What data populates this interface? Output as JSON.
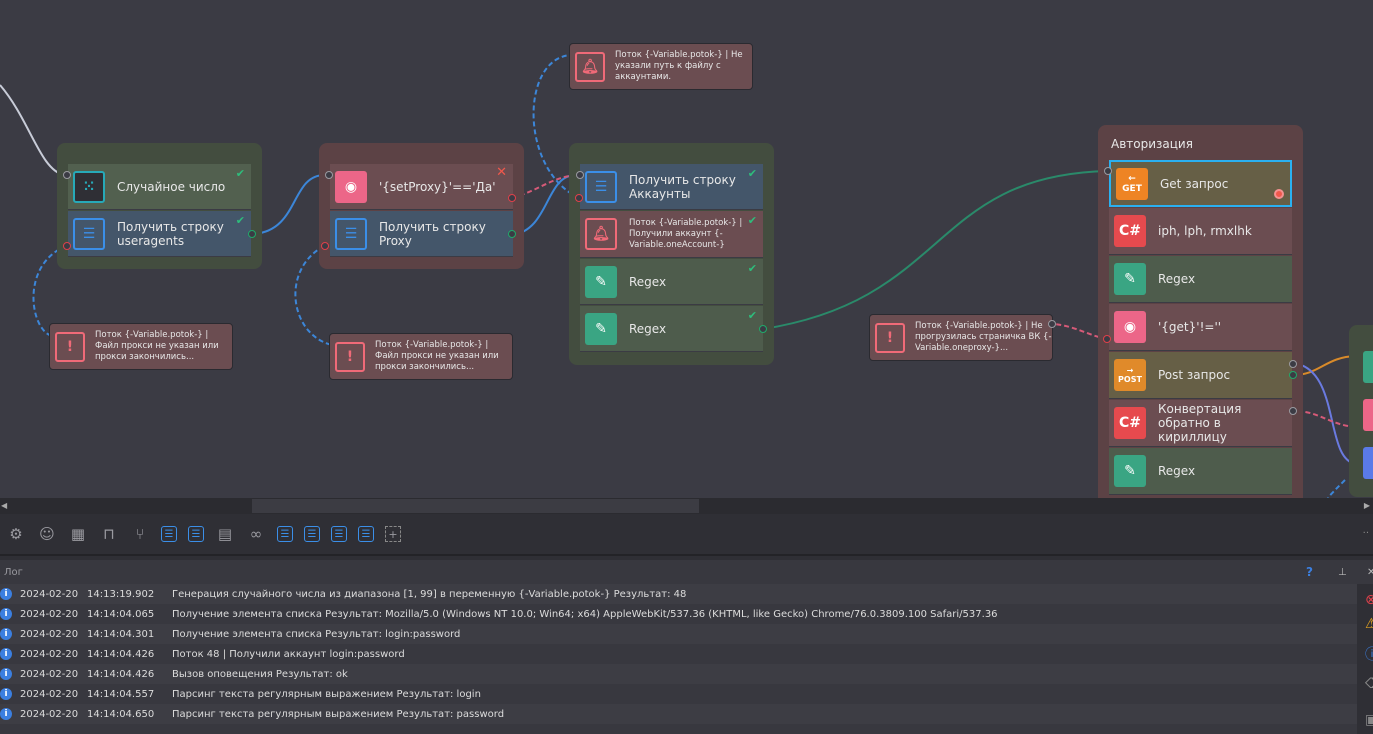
{
  "canvas": {
    "group1": {
      "rows": [
        {
          "label": "Случайное число",
          "icon": "dice-icon",
          "status": "ok"
        },
        {
          "label": "Получить строку useragents",
          "icon": "list-icon",
          "status": "ok"
        }
      ]
    },
    "group2": {
      "rows": [
        {
          "label": "'{setProxy}'=='Да'",
          "icon": "toggle-icon",
          "status": "error"
        },
        {
          "label": "Получить строку Proxy",
          "icon": "list-icon"
        }
      ]
    },
    "group3": {
      "rows": [
        {
          "label": "Получить строку Аккаунты",
          "icon": "list-icon",
          "status": "ok"
        },
        {
          "label": "Поток {-Variable.potok-} | Получили аккаунт {-Variable.oneAccount-}",
          "icon": "bell-icon",
          "status": "ok"
        },
        {
          "label": "Regex",
          "icon": "pencil-icon",
          "status": "ok"
        },
        {
          "label": "Regex",
          "icon": "pencil-icon",
          "status": "ok"
        }
      ]
    },
    "group4": {
      "title": "Авторизация",
      "rows": [
        {
          "label": "Get запрос",
          "icon_text": "GET"
        },
        {
          "label": "iph, lph, rmxlhk",
          "icon_text": "C#"
        },
        {
          "label": "Regex"
        },
        {
          "label": "'{get}'!=''"
        },
        {
          "label": "Post запрос",
          "icon_text": "POST"
        },
        {
          "label": "Конвертация обратно в кириллицу",
          "icon_text": "C#"
        },
        {
          "label": "Regex"
        }
      ]
    },
    "notes": [
      "Поток {-Variable.potok-} | Файл прокси не указан или прокси  закончились...",
      "Поток {-Variable.potok-} | Файл прокси не указан или прокси  закончились...",
      "Поток {-Variable.potok-} | Не указали путь к файлу с аккаунтами.",
      "Поток {-Variable.potok-} | Не прогрузилась страничка ВК  {-Variable.oneproxy-}..."
    ]
  },
  "log": {
    "title": "Лог",
    "help": "?",
    "pin": "⊥",
    "close": "✕",
    "rows": [
      {
        "date": "2024-02-20",
        "time": "14:13:19.902",
        "msg": "Генерация случайного числа из диапазона [1, 99] в переменную {-Variable.potok-}  Результат: 48"
      },
      {
        "date": "2024-02-20",
        "time": "14:14:04.065",
        "msg": "Получение элемента списка  Результат: Mozilla/5.0 (Windows NT 10.0; Win64; x64) AppleWebKit/537.36 (KHTML, like Gecko) Chrome/76.0.3809.100 Safari/537.36"
      },
      {
        "date": "2024-02-20",
        "time": "14:14:04.301",
        "msg": "Получение элемента списка  Результат: login:password"
      },
      {
        "date": "2024-02-20",
        "time": "14:14:04.426",
        "msg": "Поток 48 | Получили аккаунт login:password"
      },
      {
        "date": "2024-02-20",
        "time": "14:14:04.426",
        "msg": "Вызов оповещения  Результат: ok"
      },
      {
        "date": "2024-02-20",
        "time": "14:14:04.557",
        "msg": "Парсинг текста регулярным выражением  Результат: login"
      },
      {
        "date": "2024-02-20",
        "time": "14:14:04.650",
        "msg": "Парсинг текста регулярным выражением  Результат: password"
      }
    ]
  },
  "toolbar": {
    "icons": [
      "gear-icon",
      "user-icon",
      "grid-icon",
      "lock-icon",
      "branch-icon",
      "list-icon",
      "list-icon",
      "file-code-icon",
      "link-icon",
      "list-icon",
      "list-icon",
      "list-icon",
      "list-icon",
      "add-block-icon"
    ]
  },
  "glyphs": {
    "check": "✔",
    "x": "✕",
    "info": "i",
    "csharp": "C#",
    "warn": "!",
    "more": "··"
  }
}
